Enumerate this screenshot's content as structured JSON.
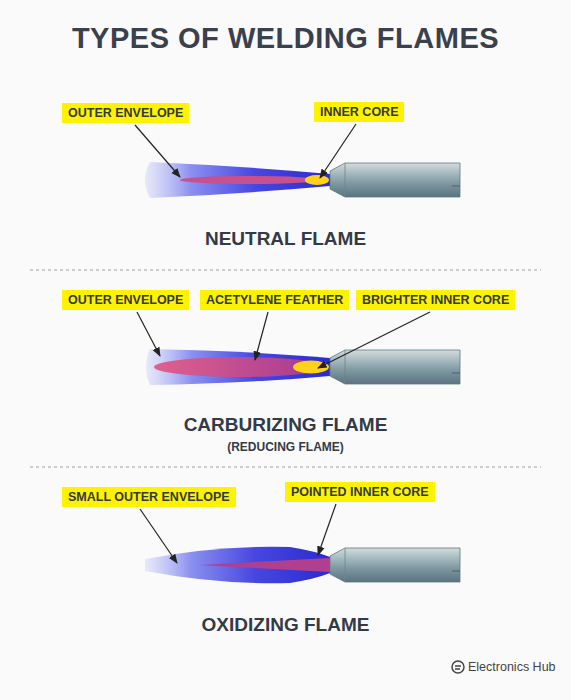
{
  "diagram": {
    "title": "TYPES OF WELDING FLAMES",
    "nodes": [
      {
        "text": [
          "OUTER ENVELOPE"
        ]
      },
      {
        "text": [
          "INNER CORE"
        ]
      },
      {
        "text": [
          "OUTER ENVELOPE"
        ]
      },
      {
        "text": [
          "ACETYLENE FEATHER"
        ]
      },
      {
        "text": [
          "BRIGHTER INNER CORE"
        ]
      },
      {
        "text": [
          "SMALL OUTER ENVELOPE"
        ]
      },
      {
        "text": [
          "POINTED INNER CORE"
        ]
      }
    ],
    "labels": [
      "NEUTRAL FLAME",
      "CARBURIZING FLAME",
      "(REDUCING FLAME)",
      "OXIDIZING FLAME",
      "Electronics Hub"
    ]
  }
}
